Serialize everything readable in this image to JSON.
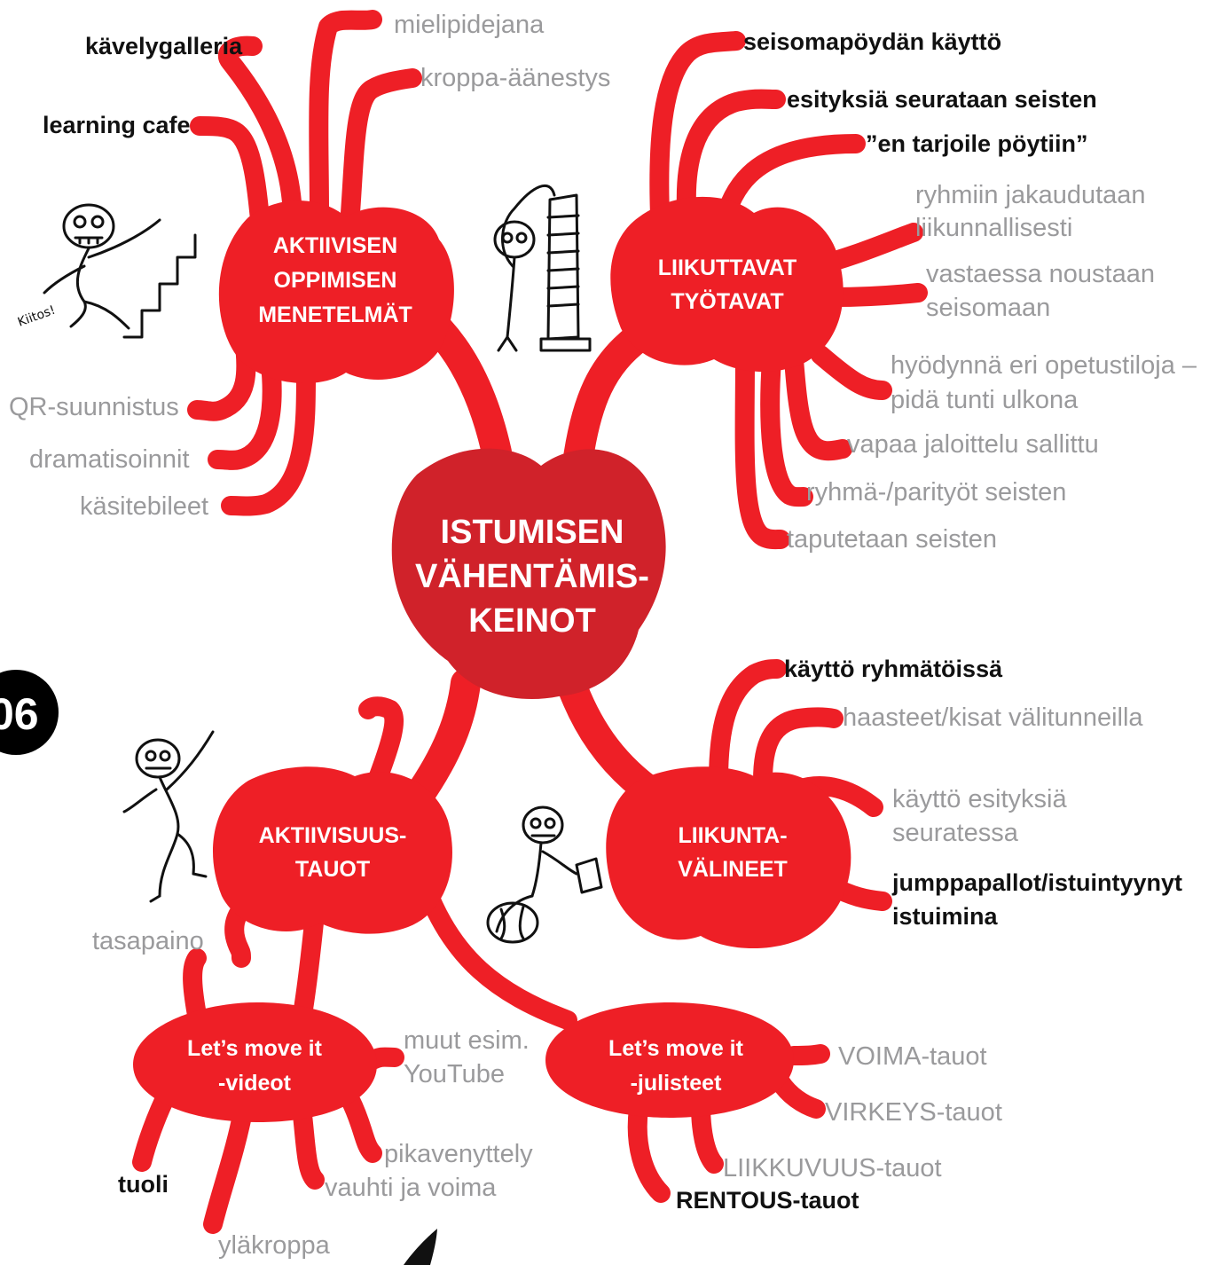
{
  "center": {
    "lines": [
      "ISTUMISEN",
      "VÄHENTÄMIS-",
      "KEINOT"
    ]
  },
  "page_badge": "06",
  "colors": {
    "branch_red": "#ee1f26",
    "center_red": "#d0222a",
    "grey_text": "#9a9a9c",
    "dark_text": "#111111"
  },
  "hubs": {
    "aktiivisen": {
      "lines": [
        "AKTIIVISEN",
        "OPPIMISEN",
        "MENETELMÄT"
      ]
    },
    "liikuttavat": {
      "lines": [
        "LIIKUTTAVAT",
        "TYÖTAVAT"
      ]
    },
    "aktiivisuus": {
      "lines": [
        "AKTIIVISUUS-",
        "TAUOT"
      ]
    },
    "liikunta": {
      "lines": [
        "LIIKUNTA-",
        "VÄLINEET"
      ]
    },
    "videot": {
      "lines": [
        "Let’s move it",
        "-videot"
      ]
    },
    "julisteet": {
      "lines": [
        "Let’s move it",
        "-julisteet"
      ]
    }
  },
  "leaves": {
    "aktiivisen": [
      {
        "text": "kävelygalleria",
        "emphasis": true
      },
      {
        "text": "mielipidejana",
        "emphasis": false
      },
      {
        "text": "kroppa-äänestys",
        "emphasis": false
      },
      {
        "text": "learning cafe",
        "emphasis": true
      },
      {
        "text": "QR-suunnistus",
        "emphasis": false
      },
      {
        "text": "dramatisoinnit",
        "emphasis": false
      },
      {
        "text": "käsitebileet",
        "emphasis": false
      }
    ],
    "liikuttavat": [
      {
        "text": "seisomapöydän käyttö",
        "emphasis": true
      },
      {
        "text": "esityksiä seurataan seisten",
        "emphasis": true
      },
      {
        "text": "”en tarjoile pöytiin”",
        "emphasis": true
      },
      {
        "lines": [
          "ryhmiin jakaudutaan",
          "liikunnallisesti"
        ],
        "emphasis": false
      },
      {
        "lines": [
          "vastaessa noustaan",
          "seisomaan"
        ],
        "emphasis": false
      },
      {
        "lines": [
          "hyödynnä eri opetustiloja –",
          "pidä tunti ulkona"
        ],
        "emphasis": false
      },
      {
        "text": "vapaa jaloittelu sallittu",
        "emphasis": false
      },
      {
        "text": "ryhmä-/parityöt seisten",
        "emphasis": false
      },
      {
        "text": "taputetaan seisten",
        "emphasis": false
      }
    ],
    "liikunta": [
      {
        "text": "käyttö ryhmätöissä",
        "emphasis": true
      },
      {
        "text": "haasteet/kisat välitunneilla",
        "emphasis": false
      },
      {
        "lines": [
          "käyttö esityksiä",
          "seuratessa"
        ],
        "emphasis": false
      },
      {
        "lines": [
          "jumppapallot/istuintyynyt",
          "istuimina"
        ],
        "emphasis": true
      }
    ],
    "aktiivisuus": [
      {
        "text": "tasapaino",
        "emphasis": false
      }
    ],
    "videot": [
      {
        "lines": [
          "muut esim.",
          "YouTube"
        ],
        "emphasis": false
      },
      {
        "text": "pikavenyttely",
        "emphasis": false
      },
      {
        "text": "vauhti ja voima",
        "emphasis": false
      },
      {
        "text": "tuoli",
        "emphasis": true
      },
      {
        "text": "yläkroppa",
        "emphasis": false
      }
    ],
    "julisteet": [
      {
        "text": "VOIMA-tauot",
        "emphasis": false
      },
      {
        "text": "VIRKEYS-tauot",
        "emphasis": false
      },
      {
        "text": "LIIKKUVUUS-tauot",
        "emphasis": false
      },
      {
        "text": "RENTOUS-tauot",
        "emphasis": true
      }
    ]
  },
  "doodle_signature": "Kiitos!"
}
